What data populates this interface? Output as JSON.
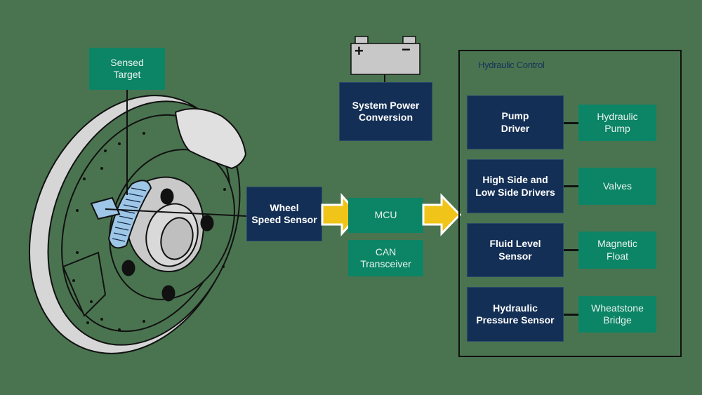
{
  "diagram": {
    "title": "Hydraulic brake system with wheel speed sensing",
    "colors": {
      "background": "#4a7450",
      "block_primary": "#132f55",
      "block_secondary": "#0c8466",
      "arrow": "#f0c419",
      "arrow_outline": "#ffffff",
      "frame": "#111111"
    },
    "illustration": {
      "name": "brake-disc-with-tone-ring",
      "callouts": [
        "Sensed Target",
        "Wheel Speed Sensor"
      ]
    },
    "sensed_target": {
      "label": "Sensed\nTarget"
    },
    "battery": {
      "positive": "+",
      "negative": "−"
    },
    "system_power": {
      "label": "System Power\nConversion"
    },
    "wheel_speed_sensor": {
      "label": "Wheel\nSpeed Sensor"
    },
    "mcu": {
      "label": "MCU"
    },
    "can": {
      "label": "CAN\nTransceiver"
    },
    "flow": [
      {
        "from": "Wheel Speed Sensor",
        "to": "MCU"
      },
      {
        "from": "MCU",
        "to": "Hydraulic Control"
      }
    ],
    "hydraulic_control": {
      "title": "Hydraulic Control",
      "rows": [
        {
          "driver": "Pump\nDriver",
          "device": "Hydraulic\nPump"
        },
        {
          "driver": "High Side and\nLow Side Drivers",
          "device": "Valves"
        },
        {
          "driver": "Fluid Level\nSensor",
          "device": "Magnetic\nFloat"
        },
        {
          "driver": "Hydraulic\nPressure Sensor",
          "device": "Wheatstone\nBridge"
        }
      ]
    }
  }
}
